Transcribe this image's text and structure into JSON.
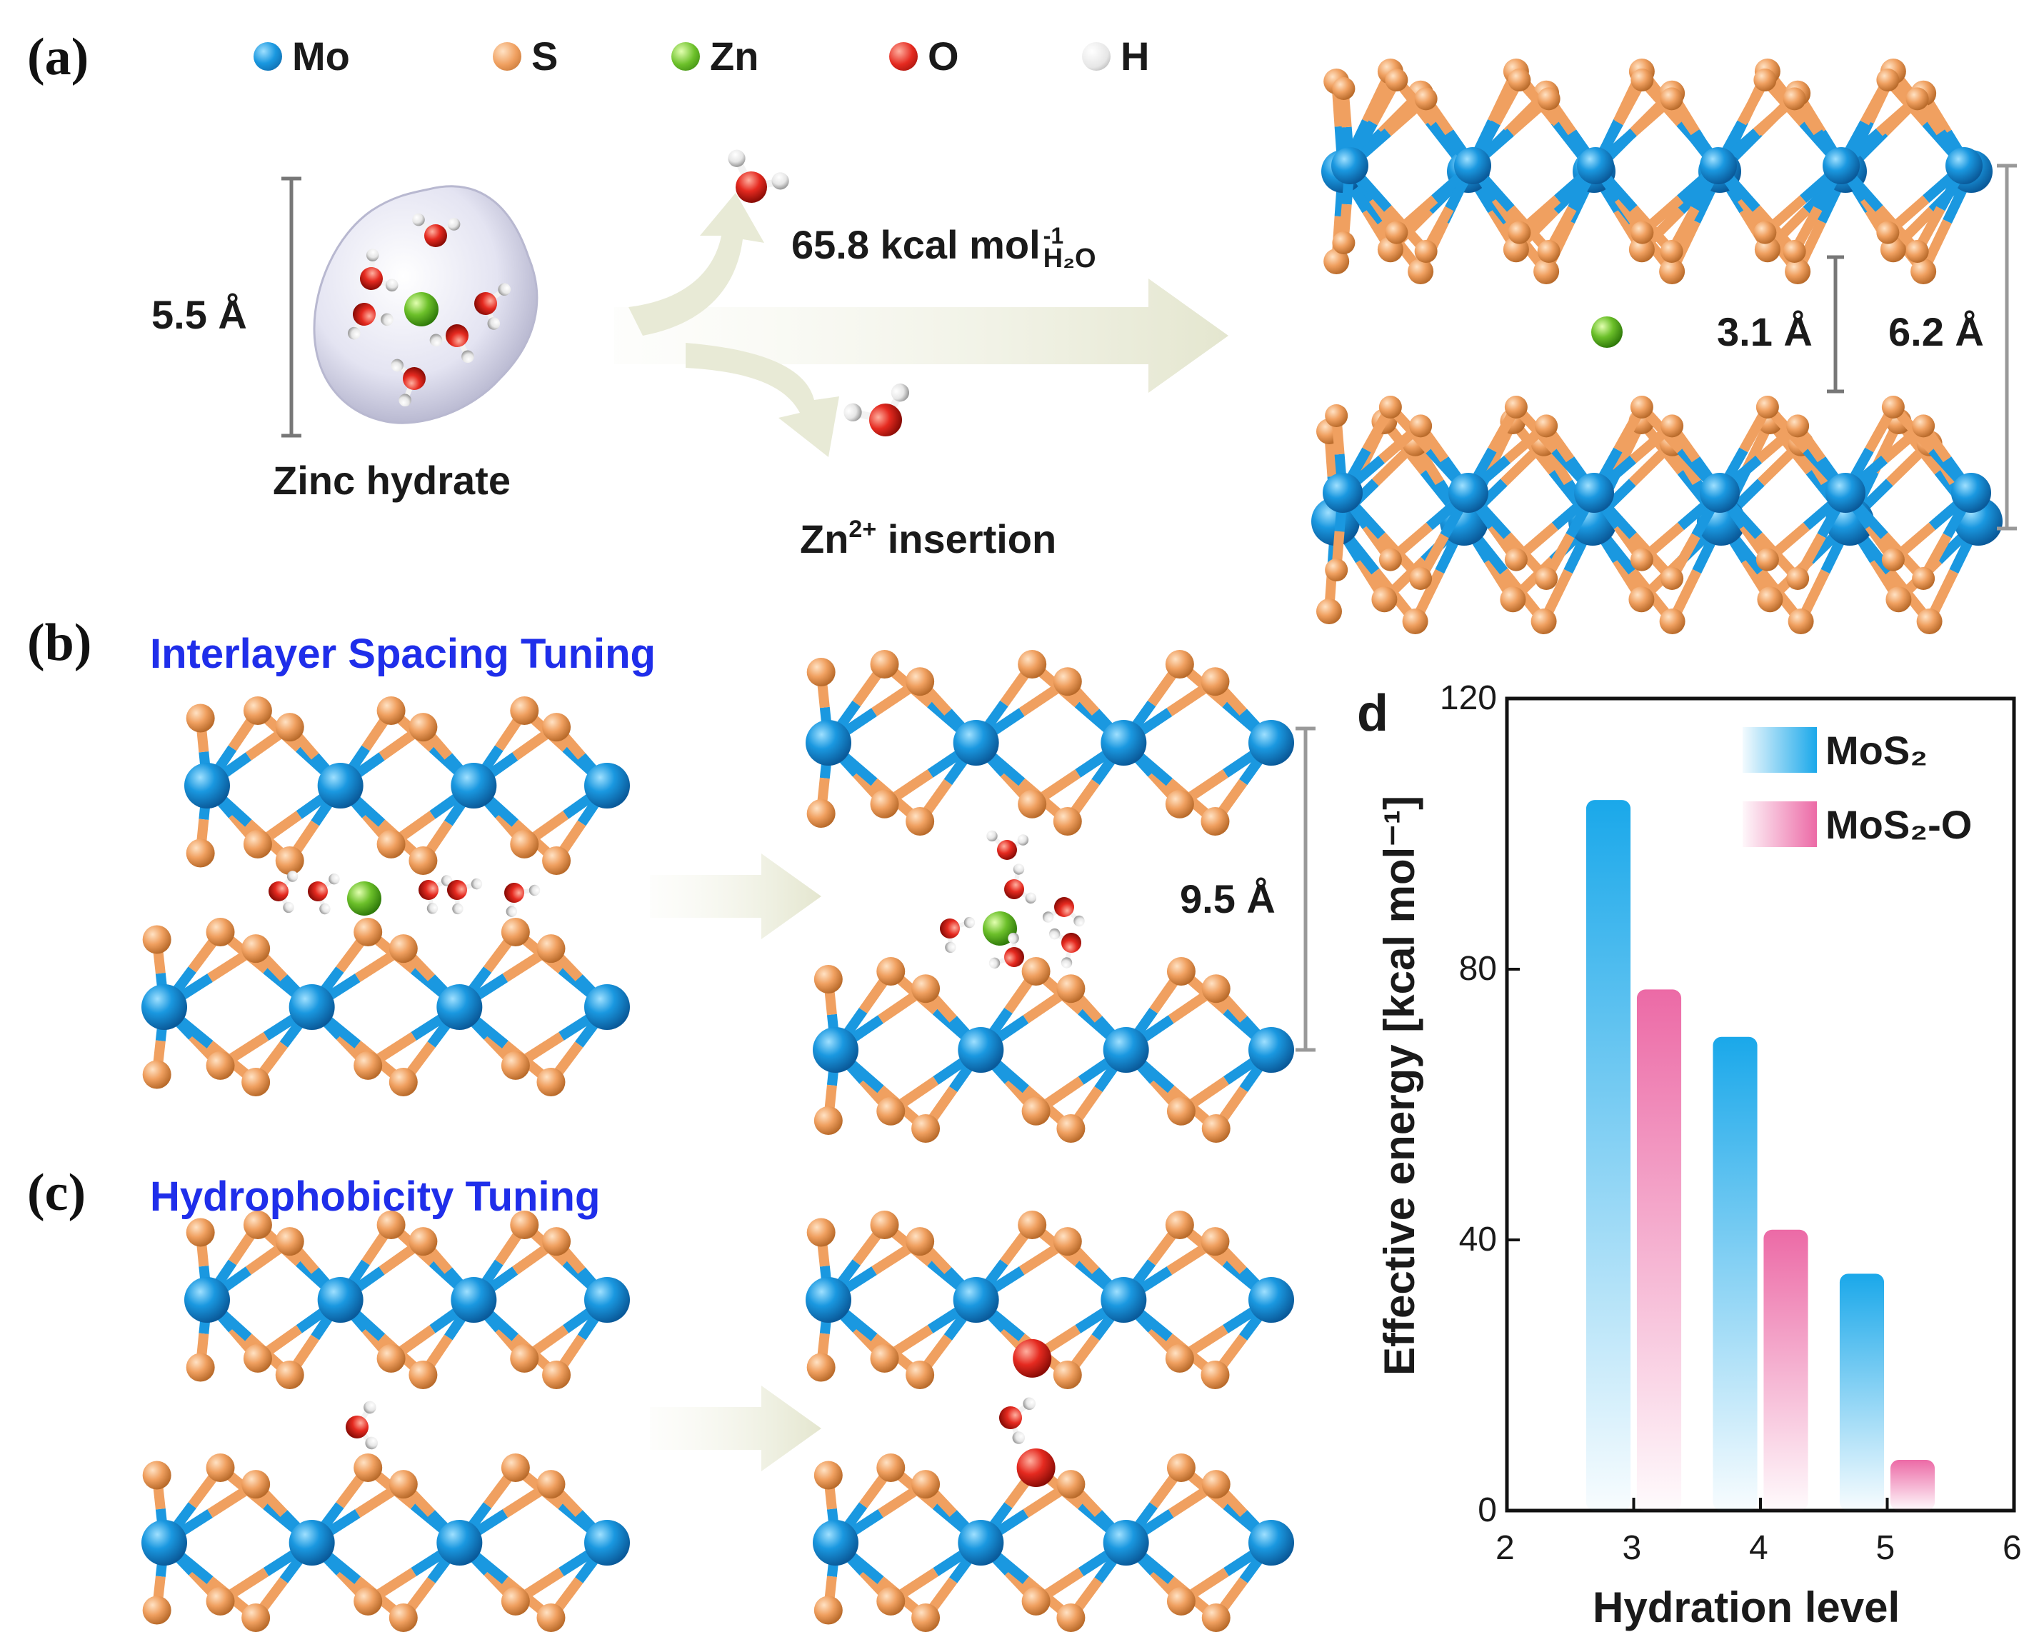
{
  "colors": {
    "mo": "#1a98e0",
    "s": "#f0a060",
    "zn": "#6cc02a",
    "o": "#e52a20",
    "h": "#e6e6e6",
    "title_blue": "#1f2eea",
    "bar_mos2": "#1aa8ea",
    "bar_mos2_o": "#ec6aa6",
    "arrow": "#e8ead6"
  },
  "panel_a": {
    "label": "(a)",
    "legend": [
      {
        "key": "mo",
        "label": "Mo"
      },
      {
        "key": "s",
        "label": "S"
      },
      {
        "key": "zn",
        "label": "Zn"
      },
      {
        "key": "o",
        "label": "O"
      },
      {
        "key": "h",
        "label": "H"
      }
    ],
    "hydrate_size": "5.5 Å",
    "hydrate_label": "Zinc hydrate",
    "energy_main": "65.8 kcal mol",
    "energy_sup": "-1",
    "energy_sub": "H₂O",
    "insertion_prefix": "Zn",
    "insertion_sup": "2+",
    "insertion_suffix": " insertion",
    "gap_small": "3.1 Å",
    "gap_large": "6.2 Å"
  },
  "panel_b": {
    "label": "(b)",
    "title": "Interlayer Spacing Tuning",
    "spacing": "9.5 Å"
  },
  "panel_c": {
    "label": "(c)",
    "title": "Hydrophobicity Tuning"
  },
  "chart_data": {
    "type": "bar",
    "panel_label": "d",
    "xlabel": "Hydration level",
    "ylabel": "Effective energy [kcal mol⁻¹]",
    "xlim": [
      2,
      6
    ],
    "ylim": [
      0,
      120
    ],
    "xticks": [
      "2",
      "3",
      "4",
      "5",
      "6"
    ],
    "yticks": [
      "0",
      "40",
      "80",
      "120"
    ],
    "categories": [
      3,
      4,
      5
    ],
    "series": [
      {
        "name": "MoS₂",
        "values": [
          105,
          70,
          35
        ]
      },
      {
        "name": "MoS₂-O",
        "values": [
          77,
          41.5,
          7.5
        ]
      }
    ],
    "legend_position": "top-right"
  }
}
